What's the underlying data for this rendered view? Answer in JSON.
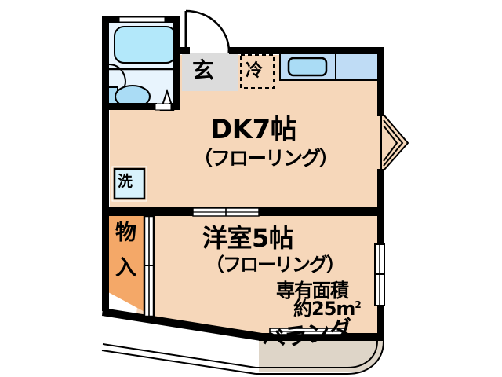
{
  "document": {
    "type": "floor-plan",
    "language": "ja"
  },
  "colors": {
    "wall": "#000000",
    "floor_living": "#f6d7ba",
    "floor_closet": "#f4a868",
    "water_area": "#e8f4fd",
    "bathtub": "#b3e8fa",
    "entrance_tile": "#dcdcdc",
    "veranda": "#ded5c8",
    "sink_blue": "#aadcf5",
    "counter_blue": "#bfdcf5",
    "background": "#ffffff"
  },
  "rooms": [
    {
      "id": "dk",
      "name_main": "DK7帖",
      "name_sub": "（フローリング）",
      "size_jo": 7,
      "flooring": "フローリング"
    },
    {
      "id": "western-room",
      "name_main": "洋室5帖",
      "name_sub": "（フローリング）",
      "size_jo": 5,
      "flooring": "フローリング"
    },
    {
      "id": "closet",
      "name_line1": "物",
      "name_line2": "入"
    },
    {
      "id": "veranda",
      "name": "ベランダ"
    }
  ],
  "markers": {
    "entrance": "玄",
    "refrigerator": "冷",
    "washer": "洗"
  },
  "area": {
    "label": "専有面積",
    "value_prefix": "約",
    "value": "25",
    "unit": "m",
    "unit_exponent": "2",
    "value_full": "約25m"
  },
  "fixtures": [
    {
      "name": "bathtub",
      "label": ""
    },
    {
      "name": "toilet",
      "label": ""
    },
    {
      "name": "wash-basin",
      "label": ""
    },
    {
      "name": "kitchen-sink",
      "label": ""
    },
    {
      "name": "bay-window",
      "label": ""
    },
    {
      "name": "entrance-door",
      "label": ""
    },
    {
      "name": "sliding-window",
      "label": ""
    },
    {
      "name": "closet-sliding-door",
      "label": ""
    }
  ]
}
